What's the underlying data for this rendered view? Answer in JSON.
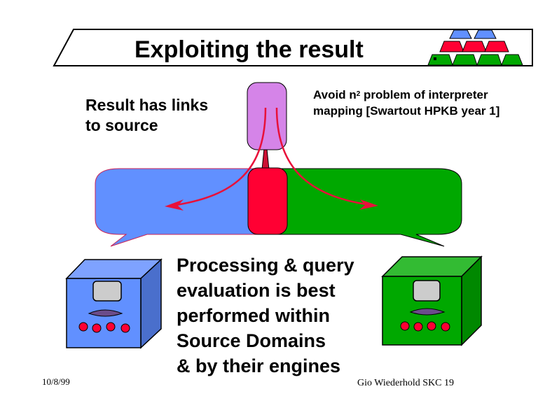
{
  "slide": {
    "title": "Exploiting the result",
    "left_note": [
      "Result has links",
      "to source"
    ],
    "right_note": {
      "line1_prefix": "Avoid n",
      "line1_sup": "2",
      "line1_suffix": " problem of interpreter",
      "line2": "mapping [Swartout HPKB year 1]"
    },
    "main_text": [
      "Processing & query",
      "evaluation is best",
      "performed within",
      "Source Domains",
      "& by their engines"
    ],
    "footer": {
      "date": "10/8/99",
      "author": "Gio Wiederhold  SKC 19"
    }
  },
  "colors": {
    "blue_domain": "#6190ff",
    "green_domain": "#00a800",
    "red_core": "#ff0033",
    "purple_result": "#d584e8",
    "screen_gray": "#cccccc",
    "slot_purple": "#6b4c8a",
    "arrow_red": "#e8103a"
  },
  "logo": {
    "rows": [
      {
        "color": "blue",
        "count": 2
      },
      {
        "color": "red",
        "count": 3
      },
      {
        "color": "green",
        "count": 4
      }
    ]
  }
}
